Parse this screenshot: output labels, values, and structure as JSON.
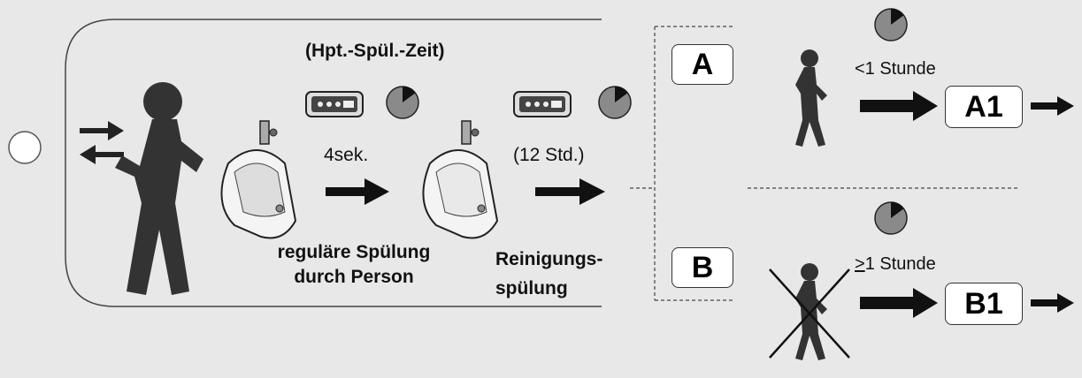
{
  "labels": {
    "main_time": "(Hpt.-Spül.-Zeit)",
    "interval_4s": "4sek.",
    "interval_12h": "(12 Std.)",
    "regular_flush_1": "reguläre Spülung",
    "regular_flush_2": "durch Person",
    "cleaning_flush_1": "Reinigungs-",
    "cleaning_flush_2": "spülung",
    "less_1h": "<1 Stunde",
    "ge_1h_prefix": ">",
    "ge_1h_rest": "1 Stunde"
  },
  "boxes": {
    "a": "A",
    "b": "B",
    "a1": "A1",
    "b1": "B1"
  },
  "colors": {
    "figure": "#333333",
    "panel": "#e8e8e8",
    "clock_fill": "#8a8a8a"
  }
}
